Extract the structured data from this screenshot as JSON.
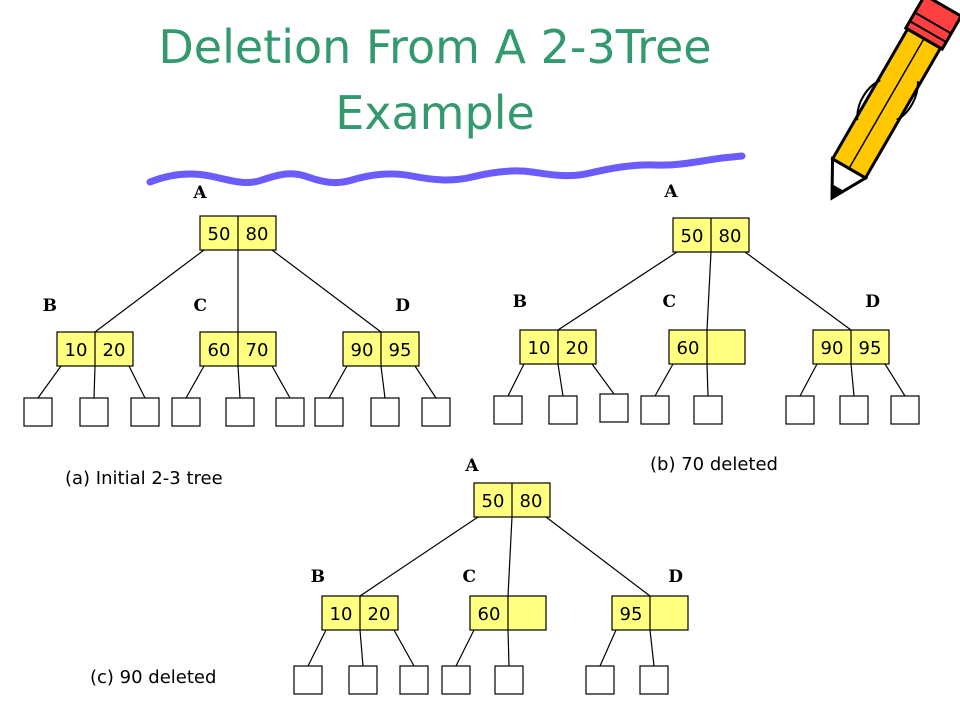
{
  "slide": {
    "title_line1": "Deletion From A 2-3Tree",
    "title_line2": "Example"
  },
  "colors": {
    "title": "#33996f",
    "node_fill": "#ffff80",
    "underline": "#6a5cff",
    "pencil_body": "#ffc800"
  },
  "diagrams": [
    {
      "caption": "(a) Initial 2-3 tree",
      "root": {
        "label": "A",
        "keys": [
          "50",
          "80"
        ]
      },
      "children": [
        {
          "label": "B",
          "keys": [
            "10",
            "20"
          ],
          "empty_slot": false
        },
        {
          "label": "C",
          "keys": [
            "60",
            "70"
          ],
          "empty_slot": false
        },
        {
          "label": "D",
          "keys": [
            "90",
            "95"
          ],
          "empty_slot": false
        }
      ]
    },
    {
      "caption": "(b) 70 deleted",
      "root": {
        "label": "A",
        "keys": [
          "50",
          "80"
        ]
      },
      "children": [
        {
          "label": "B",
          "keys": [
            "10",
            "20"
          ],
          "empty_slot": false
        },
        {
          "label": "C",
          "keys": [
            "60",
            ""
          ],
          "empty_slot": true
        },
        {
          "label": "D",
          "keys": [
            "90",
            "95"
          ],
          "empty_slot": false
        }
      ]
    },
    {
      "caption": "(c) 90 deleted",
      "root": {
        "label": "A",
        "keys": [
          "50",
          "80"
        ]
      },
      "children": [
        {
          "label": "B",
          "keys": [
            "10",
            "20"
          ],
          "empty_slot": false
        },
        {
          "label": "C",
          "keys": [
            "60",
            ""
          ],
          "empty_slot": true
        },
        {
          "label": "D",
          "keys": [
            "95",
            ""
          ],
          "empty_slot": true
        }
      ]
    }
  ]
}
